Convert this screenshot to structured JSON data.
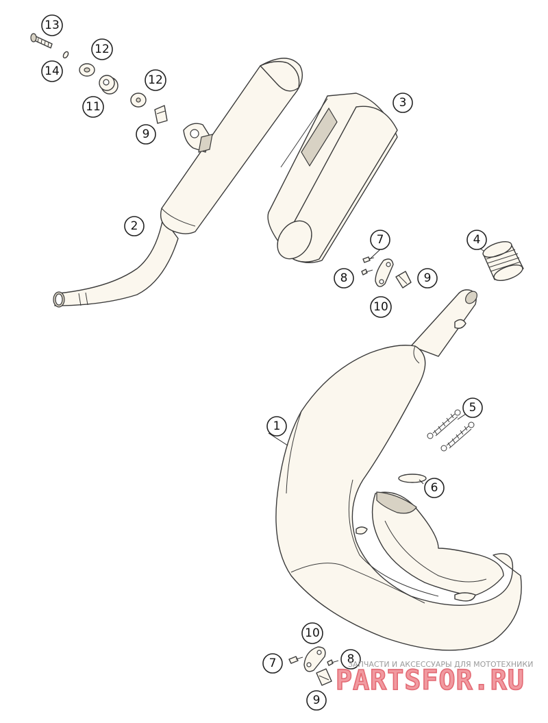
{
  "callouts": {
    "c1": "1",
    "c2": "2",
    "c3": "3",
    "c4": "4",
    "c5": "5",
    "c6": "6",
    "c7a": "7",
    "c7b": "7",
    "c8a": "8",
    "c8b": "8",
    "c9a": "9",
    "c9b": "9",
    "c9c": "9",
    "c10a": "10",
    "c10b": "10",
    "c11": "11",
    "c12a": "12",
    "c12b": "12",
    "c13": "13",
    "c14": "14"
  },
  "watermark": {
    "tagline": "ЗАПЧАСТИ И АКСЕССУАРЫ ДЛЯ МОТОТЕХНИКИ",
    "brand": "PARTSFOR.RU",
    "colors": {
      "brand": "#f19aa0",
      "brand_stroke": "#e36a74",
      "tagline": "#9a9a9a"
    }
  }
}
